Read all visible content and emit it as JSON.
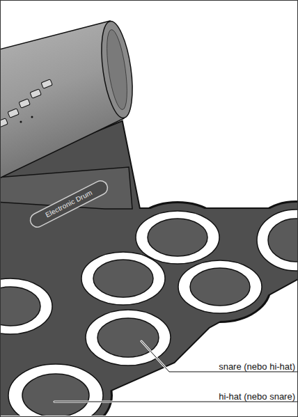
{
  "diagram": {
    "labels": [
      "Electronic Drum",
      "snare (nebo hi-hat)",
      "hi-hat (nebo snare)"
    ]
  }
}
